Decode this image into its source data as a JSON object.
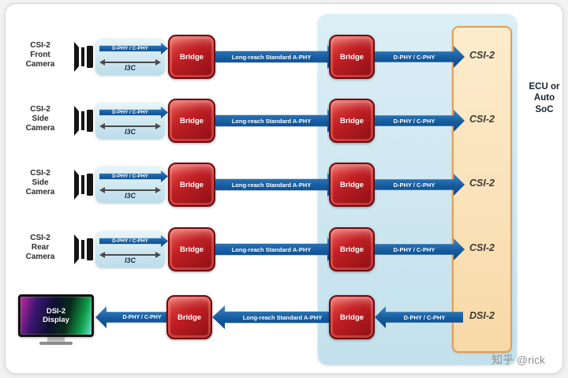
{
  "rows": [
    {
      "label": "CSI-2\nFront\nCamera",
      "phy": "D-PHY / C-PHY",
      "i3c": "I3C",
      "bridge": "Bridge",
      "link": "Long-reach Standard A-PHY",
      "bridge2": "Bridge",
      "phy2": "D-PHY / C-PHY",
      "port": "CSI-2"
    },
    {
      "label": "CSI-2\nSide\nCamera",
      "phy": "D-PHY / C-PHY",
      "i3c": "I3C",
      "bridge": "Bridge",
      "link": "Long-reach Standard A-PHY",
      "bridge2": "Bridge",
      "phy2": "D-PHY / C-PHY",
      "port": "CSI-2"
    },
    {
      "label": "CSI-2\nSide\nCamera",
      "phy": "D-PHY / C-PHY",
      "i3c": "I3C",
      "bridge": "Bridge",
      "link": "Long-reach Standard A-PHY",
      "bridge2": "Bridge",
      "phy2": "D-PHY / C-PHY",
      "port": "CSI-2"
    },
    {
      "label": "CSI-2\nRear\nCamera",
      "phy": "D-PHY / C-PHY",
      "i3c": "I3C",
      "bridge": "Bridge",
      "link": "Long-reach Standard A-PHY",
      "bridge2": "Bridge",
      "phy2": "D-PHY / C-PHY",
      "port": "CSI-2"
    }
  ],
  "display": {
    "label": "DSI-2\nDisplay",
    "phy": "D-PHY / C-PHY",
    "bridge": "Bridge",
    "link": "Long-reach Standard A-PHY",
    "bridge2": "Bridge",
    "phy2": "D-PHY / C-PHY",
    "port": "DSI-2"
  },
  "ecu": {
    "label": "ECU or\nAuto\nSoC"
  },
  "watermark": "知乎 @rick",
  "colors": {
    "arrow_blue": "#155b9e",
    "bridge_red": "#c22025",
    "panel_blue": "#c3e1ec",
    "port_orange_fill": "#f7d9a7",
    "port_orange_border": "#e79c52"
  }
}
